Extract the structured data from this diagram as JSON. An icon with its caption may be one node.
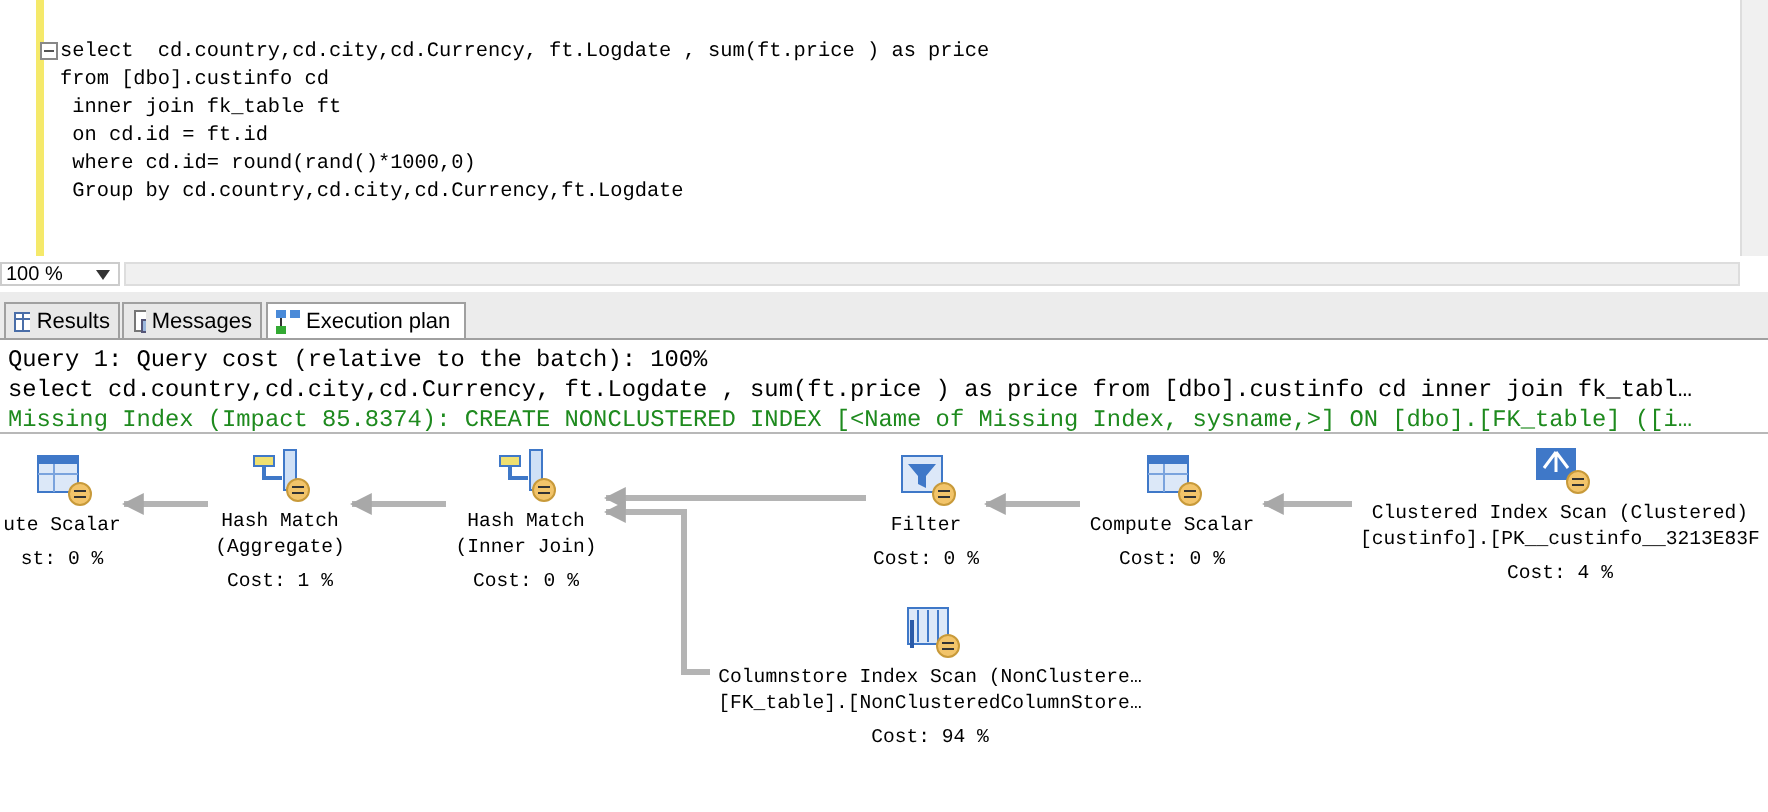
{
  "diagram": {
    "nodes": [
      {
        "text": [
          "ute Scalar",
          "st: 0 %"
        ]
      },
      {
        "text": [
          "Hash Match (Aggregate)",
          "Cost: 1 %"
        ]
      },
      {
        "text": [
          "Hash Match (Inner Join)",
          "Cost: 0 %"
        ]
      },
      {
        "text": [
          "Filter",
          "Cost: 0 %"
        ]
      },
      {
        "text": [
          "Compute Scalar",
          "Cost: 0 %"
        ]
      },
      {
        "text": [
          "Clustered Index Scan (Clustered)",
          "[custinfo].[PK__custinfo__3213E83F",
          "Cost: 4 %"
        ]
      },
      {
        "text": [
          "Columnstore Index Scan (NonClustere…",
          "[FK_table].[NonClusteredColumnStore…",
          "Cost: 94 %"
        ]
      }
    ],
    "edges": [
      {
        "from": 1,
        "to": 0,
        "arrow": "to"
      },
      {
        "from": 2,
        "to": 1,
        "arrow": "to"
      },
      {
        "from": 3,
        "to": 2,
        "arrow": "to"
      },
      {
        "from": 4,
        "to": 3,
        "arrow": "to"
      },
      {
        "from": 5,
        "to": 4,
        "arrow": "to"
      },
      {
        "from": 6,
        "to": 2,
        "arrow": "to"
      }
    ],
    "labels": [
      "select  cd.country,cd.city,cd.Currency, ft.Logdate , sum(ft.price ) as price",
      "from [dbo].custinfo cd",
      " inner join fk_table ft",
      " on cd.id = ft.id",
      " where cd.id= round(rand()*1000,0)",
      " Group by cd.country,cd.city,cd.Currency,ft.Logdate",
      "100 %",
      "Results",
      "Messages",
      "Execution plan",
      "Query 1: Query cost (relative to the batch): 100%",
      "select cd.country,cd.city,cd.Currency, ft.Logdate , sum(ft.price ) as price from [dbo].custinfo cd inner join fk_tabl…",
      "Missing Index (Impact 85.8374): CREATE NONCLUSTERED INDEX [<Name of Missing Index, sysname,>] ON [dbo].[FK_table] ([i…"
    ]
  }
}
